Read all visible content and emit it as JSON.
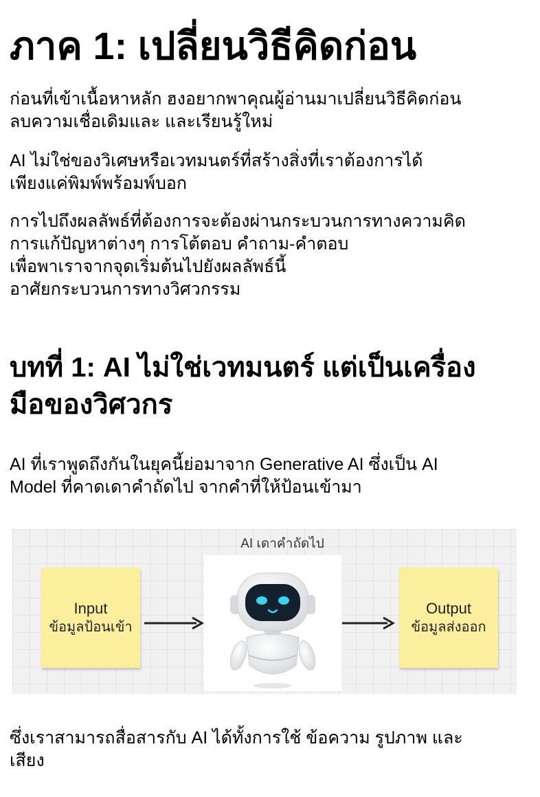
{
  "part": {
    "title": "ภาค 1: เปลี่ยนวิธีคิดก่อน",
    "paragraphs": [
      "ก่อนที่เข้าเนื้อหาหลัก ฮงอยากพาคุณผู้อ่านมาเปลี่ยนวิธีคิดก่อน\nลบความเชื่อเดิมและ และเรียนรู้ใหม่",
      "AI ไม่ใช่ของวิเศษหรือเวทมนตร์ที่สร้างสิ่งที่เราต้องการได้\nเพียงแค่พิมพ์พร้อมพ์บอก",
      "การไปถึงผลลัพธ์ที่ต้องการจะต้องผ่านกระบวนการทางความคิด\nการแก้ปัญหาต่างๆ การโต้ตอบ คำถาม-คำตอบ\nเพื่อพาเราจากจุดเริ่มต้นไปยังผลลัพธ์นี้\nอาศัยกระบวนการทางวิศวกรรม"
    ]
  },
  "chapter": {
    "title": "บทที่ 1: AI ไม่ใช่เวทมนตร์ แต่เป็นเครื่อง\nมือของวิศวกร",
    "intro": "AI ที่เราพูดถึงกันในยุคนี้ย่อมาจาก Generative AI ซึ่งเป็น AI\nModel ที่คาดเดาคำถัดไป จากคำที่ให้ป้อนเข้ามา",
    "outro": "ซึ่งเราสามารถสื่อสารกับ AI ได้ทั้งการใช้ ข้อความ รูปภาพ และ\nเสียง"
  },
  "diagram": {
    "caption": "AI เดาคำถัดไป",
    "input": {
      "title": "Input",
      "subtitle": "ข้อมูลป้อนเข้า"
    },
    "output": {
      "title": "Output",
      "subtitle": "ข้อมูลส่งออก"
    },
    "colors": {
      "sticky": "#fbef9d",
      "grid": "#f1f1f1",
      "robot_face": "#13202e",
      "robot_eyes": "#37d6f0"
    },
    "icons": [
      "arrow-right-icon",
      "robot-icon"
    ]
  }
}
